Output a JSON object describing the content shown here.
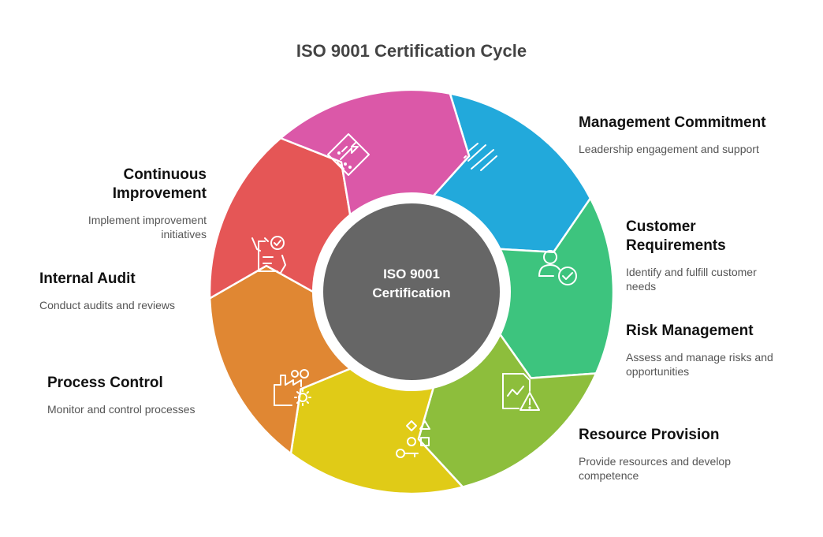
{
  "title": "ISO 9001 Certification Cycle",
  "center": {
    "line1": "ISO 9001",
    "line2": "Certification",
    "color": "#666666"
  },
  "segments": [
    {
      "name": "Management Commitment",
      "description": "Leadership engagement and support",
      "color": "#22A9DB",
      "icon": "list-lines-icon"
    },
    {
      "name": "Customer Requirements",
      "description": "Identify and fulfill customer needs",
      "color": "#3DC47E",
      "icon": "user-check-icon"
    },
    {
      "name": "Risk Management",
      "description": "Assess and manage risks and opportunities",
      "color": "#8DBE3C",
      "icon": "chart-warning-icon"
    },
    {
      "name": "Resource Provision",
      "description": "Provide resources and develop competence",
      "color": "#E0CB17",
      "icon": "shapes-key-icon"
    },
    {
      "name": "Process Control",
      "description": "Monitor and control processes",
      "color": "#E08733",
      "icon": "factory-gear-icon"
    },
    {
      "name": "Internal Audit",
      "description": "Conduct audits and reviews",
      "color": "#E55656",
      "icon": "checklist-hand-icon"
    },
    {
      "name": "Continuous Improvement",
      "description": "Implement improvement initiatives",
      "color": "#DB58A8",
      "icon": "improvement-arrow-icon"
    }
  ]
}
